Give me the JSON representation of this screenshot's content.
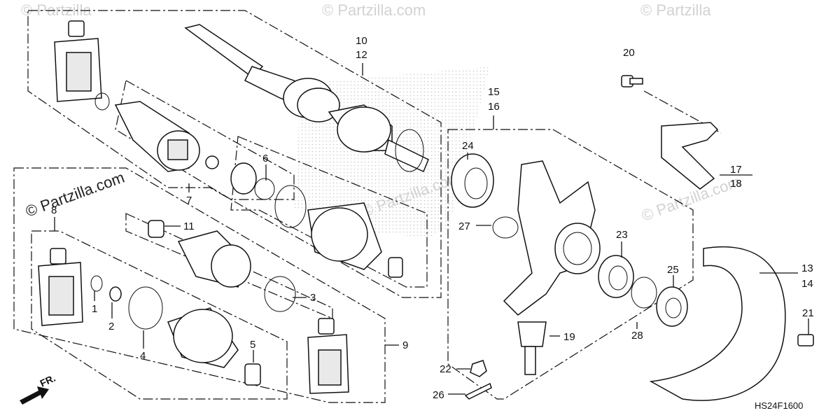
{
  "watermarks": [
    "© Partzilla",
    "© Partzilla.com",
    "© Partzilla",
    "© Partzilla.com",
    "© Partzilla.com"
  ],
  "callouts": {
    "c1": "1",
    "c2": "2",
    "c3": "3",
    "c4": "4",
    "c5": "5",
    "c6": "6",
    "c7": "7",
    "c8": "8",
    "c9": "9",
    "c10": "10",
    "c11": "11",
    "c12": "12",
    "c13": "13",
    "c14": "14",
    "c15": "15",
    "c16": "16",
    "c17": "17",
    "c18": "18",
    "c19": "19",
    "c20": "20",
    "c21": "21",
    "c22": "22",
    "c23": "23",
    "c24": "24",
    "c25": "25",
    "c26": "26",
    "c27": "27",
    "c28": "28"
  },
  "diagram_code": "HS24F1600",
  "front_indicator": "FR."
}
